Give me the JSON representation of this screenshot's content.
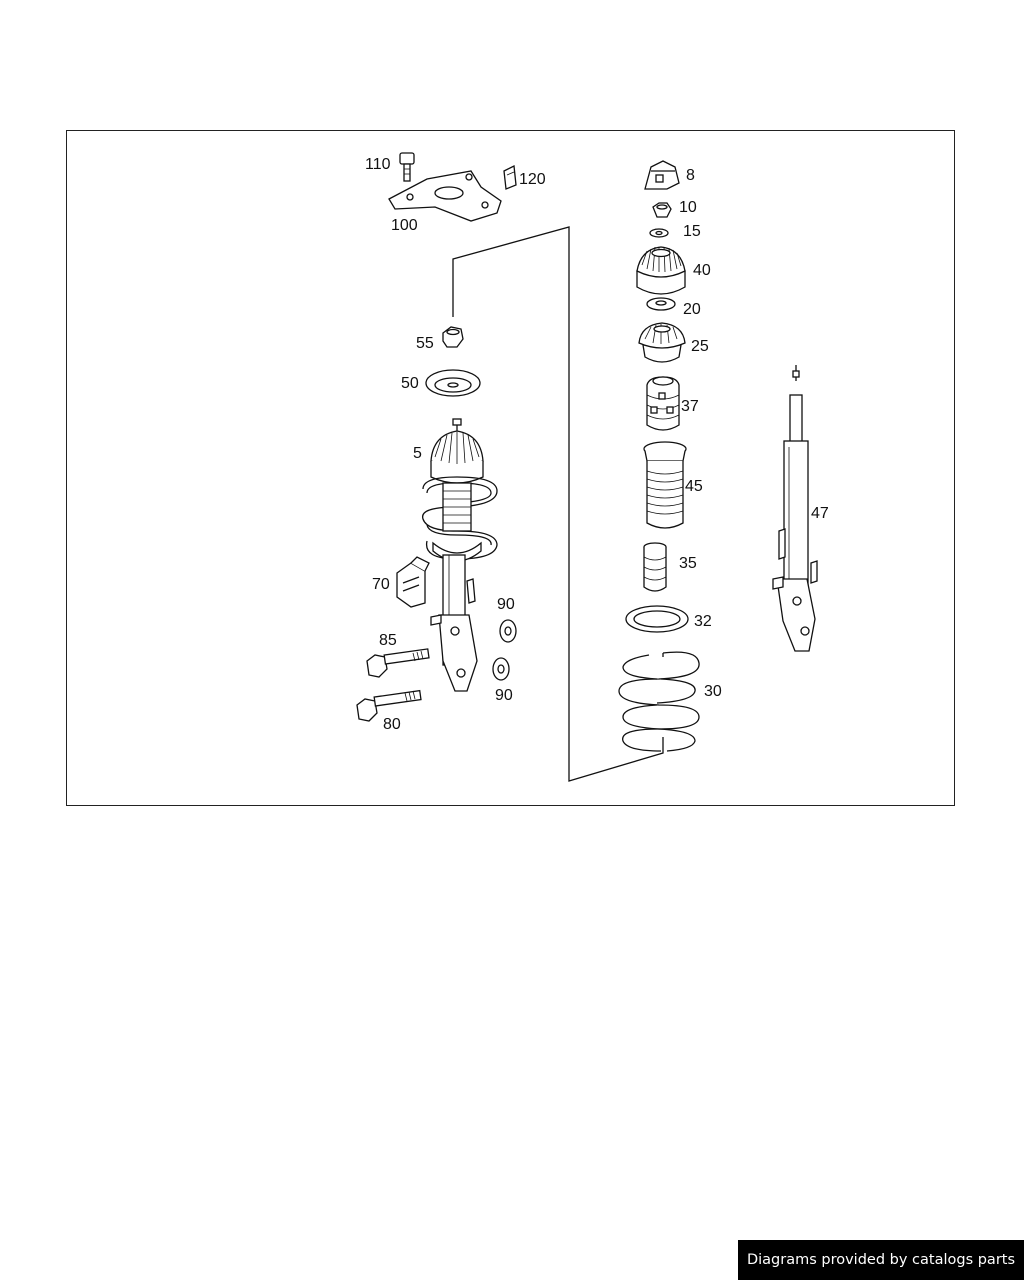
{
  "labels": {
    "p110": "110",
    "p120": "120",
    "p100": "100",
    "p8": "8",
    "p10": "10",
    "p15": "15",
    "p40": "40",
    "p20": "20",
    "p55": "55",
    "p25": "25",
    "p50": "50",
    "p37": "37",
    "p5": "5",
    "p45": "45",
    "p47": "47",
    "p35": "35",
    "p70": "70",
    "p90a": "90",
    "p32": "32",
    "p85": "85",
    "p30": "30",
    "p90b": "90",
    "p80": "80"
  },
  "footer": {
    "credit": "Diagrams provided by catalogs parts"
  },
  "colors": {
    "line": "#111111",
    "background": "#ffffff",
    "banner": "#000000",
    "banner_text": "#ffffff"
  }
}
